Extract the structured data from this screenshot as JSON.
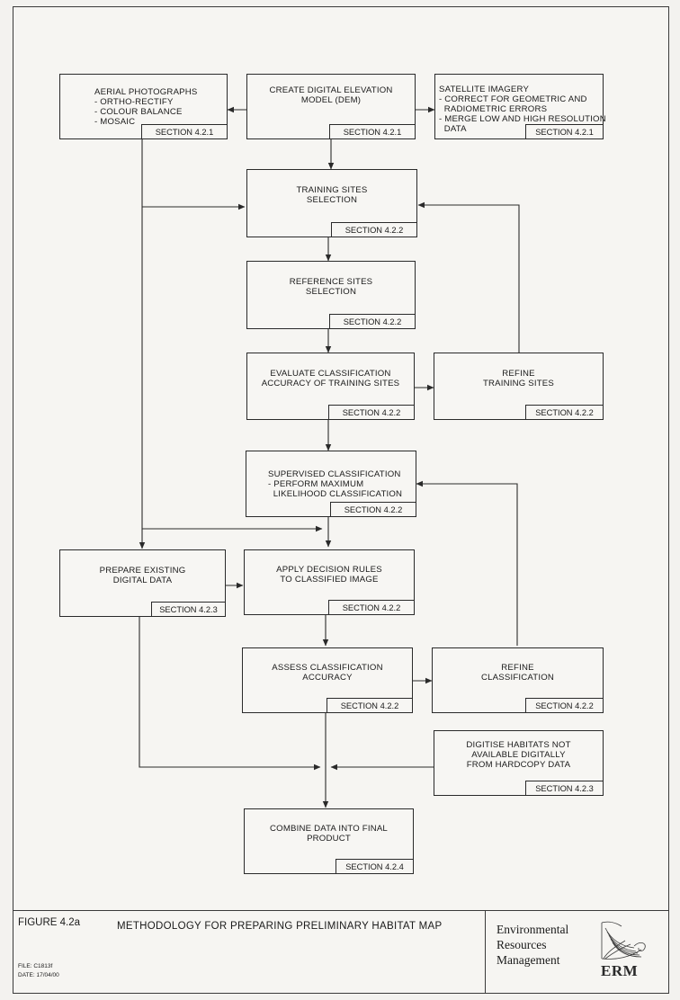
{
  "boxes": {
    "aerial": {
      "lines": [
        "AERIAL PHOTOGRAPHS",
        "- ORTHO-RECTIFY",
        "- COLOUR BALANCE",
        "- MOSAIC"
      ],
      "section": "SECTION 4.2.1"
    },
    "dem": {
      "lines": [
        "CREATE DIGITAL ELEVATION",
        "MODEL (DEM)"
      ],
      "section": "SECTION 4.2.1"
    },
    "satellite": {
      "lines": [
        "SATELLITE IMAGERY",
        "- CORRECT FOR GEOMETRIC AND",
        "  RADIOMETRIC ERRORS",
        "- MERGE LOW AND HIGH RESOLUTION",
        "  DATA"
      ],
      "section": "SECTION 4.2.1"
    },
    "training": {
      "lines": [
        "TRAINING SITES",
        "SELECTION"
      ],
      "section": "SECTION 4.2.2"
    },
    "reference": {
      "lines": [
        "REFERENCE SITES",
        "SELECTION"
      ],
      "section": "SECTION 4.2.2"
    },
    "evaluate": {
      "lines": [
        "EVALUATE CLASSIFICATION",
        "ACCURACY OF TRAINING SITES"
      ],
      "section": "SECTION 4.2.2"
    },
    "refine_training": {
      "lines": [
        "REFINE",
        "TRAINING SITES"
      ],
      "section": "SECTION 4.2.2"
    },
    "supervised": {
      "lines": [
        "SUPERVISED CLASSIFICATION",
        "- PERFORM MAXIMUM",
        "  LIKELIHOOD CLASSIFICATION"
      ],
      "section": "SECTION 4.2.2"
    },
    "prepare": {
      "lines": [
        "PREPARE EXISTING",
        "DIGITAL DATA"
      ],
      "section": "SECTION 4.2.3"
    },
    "apply": {
      "lines": [
        "APPLY DECISION RULES",
        "TO CLASSIFIED IMAGE"
      ],
      "section": "SECTION 4.2.2"
    },
    "assess": {
      "lines": [
        "ASSESS CLASSIFICATION",
        "ACCURACY"
      ],
      "section": "SECTION 4.2.2"
    },
    "refine_class": {
      "lines": [
        "REFINE",
        "CLASSIFICATION"
      ],
      "section": "SECTION 4.2.2"
    },
    "digitise": {
      "lines": [
        "DIGITISE HABITATS NOT",
        "AVAILABLE DIGITALLY",
        "FROM HARDCOPY DATA"
      ],
      "section": "SECTION 4.2.3"
    },
    "combine": {
      "lines": [
        "COMBINE DATA INTO FINAL",
        "PRODUCT"
      ],
      "section": "SECTION 4.2.4"
    }
  },
  "footer": {
    "figure": "FIGURE 4.2a",
    "title": "METHODOLOGY FOR PREPARING PRELIMINARY HABITAT MAP",
    "file": "FILE: C1813f",
    "date": "DATE: 17/04/00",
    "company_lines": [
      "Environmental",
      "Resources",
      "Management"
    ],
    "logo_text": "ERM"
  },
  "colors": {
    "line": "#2a2a2a",
    "paper": "#f6f5f2"
  }
}
